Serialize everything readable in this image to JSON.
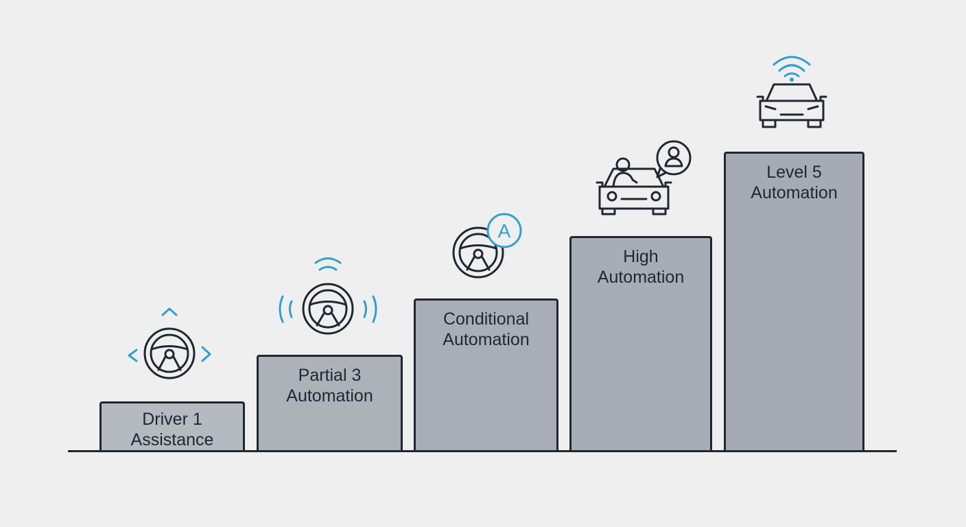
{
  "steps": [
    {
      "label": "Driver 1\nAssistance",
      "icon": "steering-wheel-arrows-icon",
      "fill": "#b5b9c0"
    },
    {
      "label": "Partial 3\nAutomation",
      "icon": "steering-wheel-signal-icon",
      "fill": "#adb2b9"
    },
    {
      "label": "Conditional\nAutomation",
      "icon": "steering-wheel-auto-icon",
      "fill": "#a9aeb6"
    },
    {
      "label": "High\nAutomation",
      "icon": "car-driver-icon",
      "fill": "#a8adb5"
    },
    {
      "label": "Level 5\nAutomation",
      "icon": "autonomous-car-wifi-icon",
      "fill": "#a6abb3"
    }
  ],
  "icon_badge": "A",
  "colors": {
    "outline": "#1f2733",
    "accent": "#2f9fd0",
    "background": "#efefef"
  }
}
